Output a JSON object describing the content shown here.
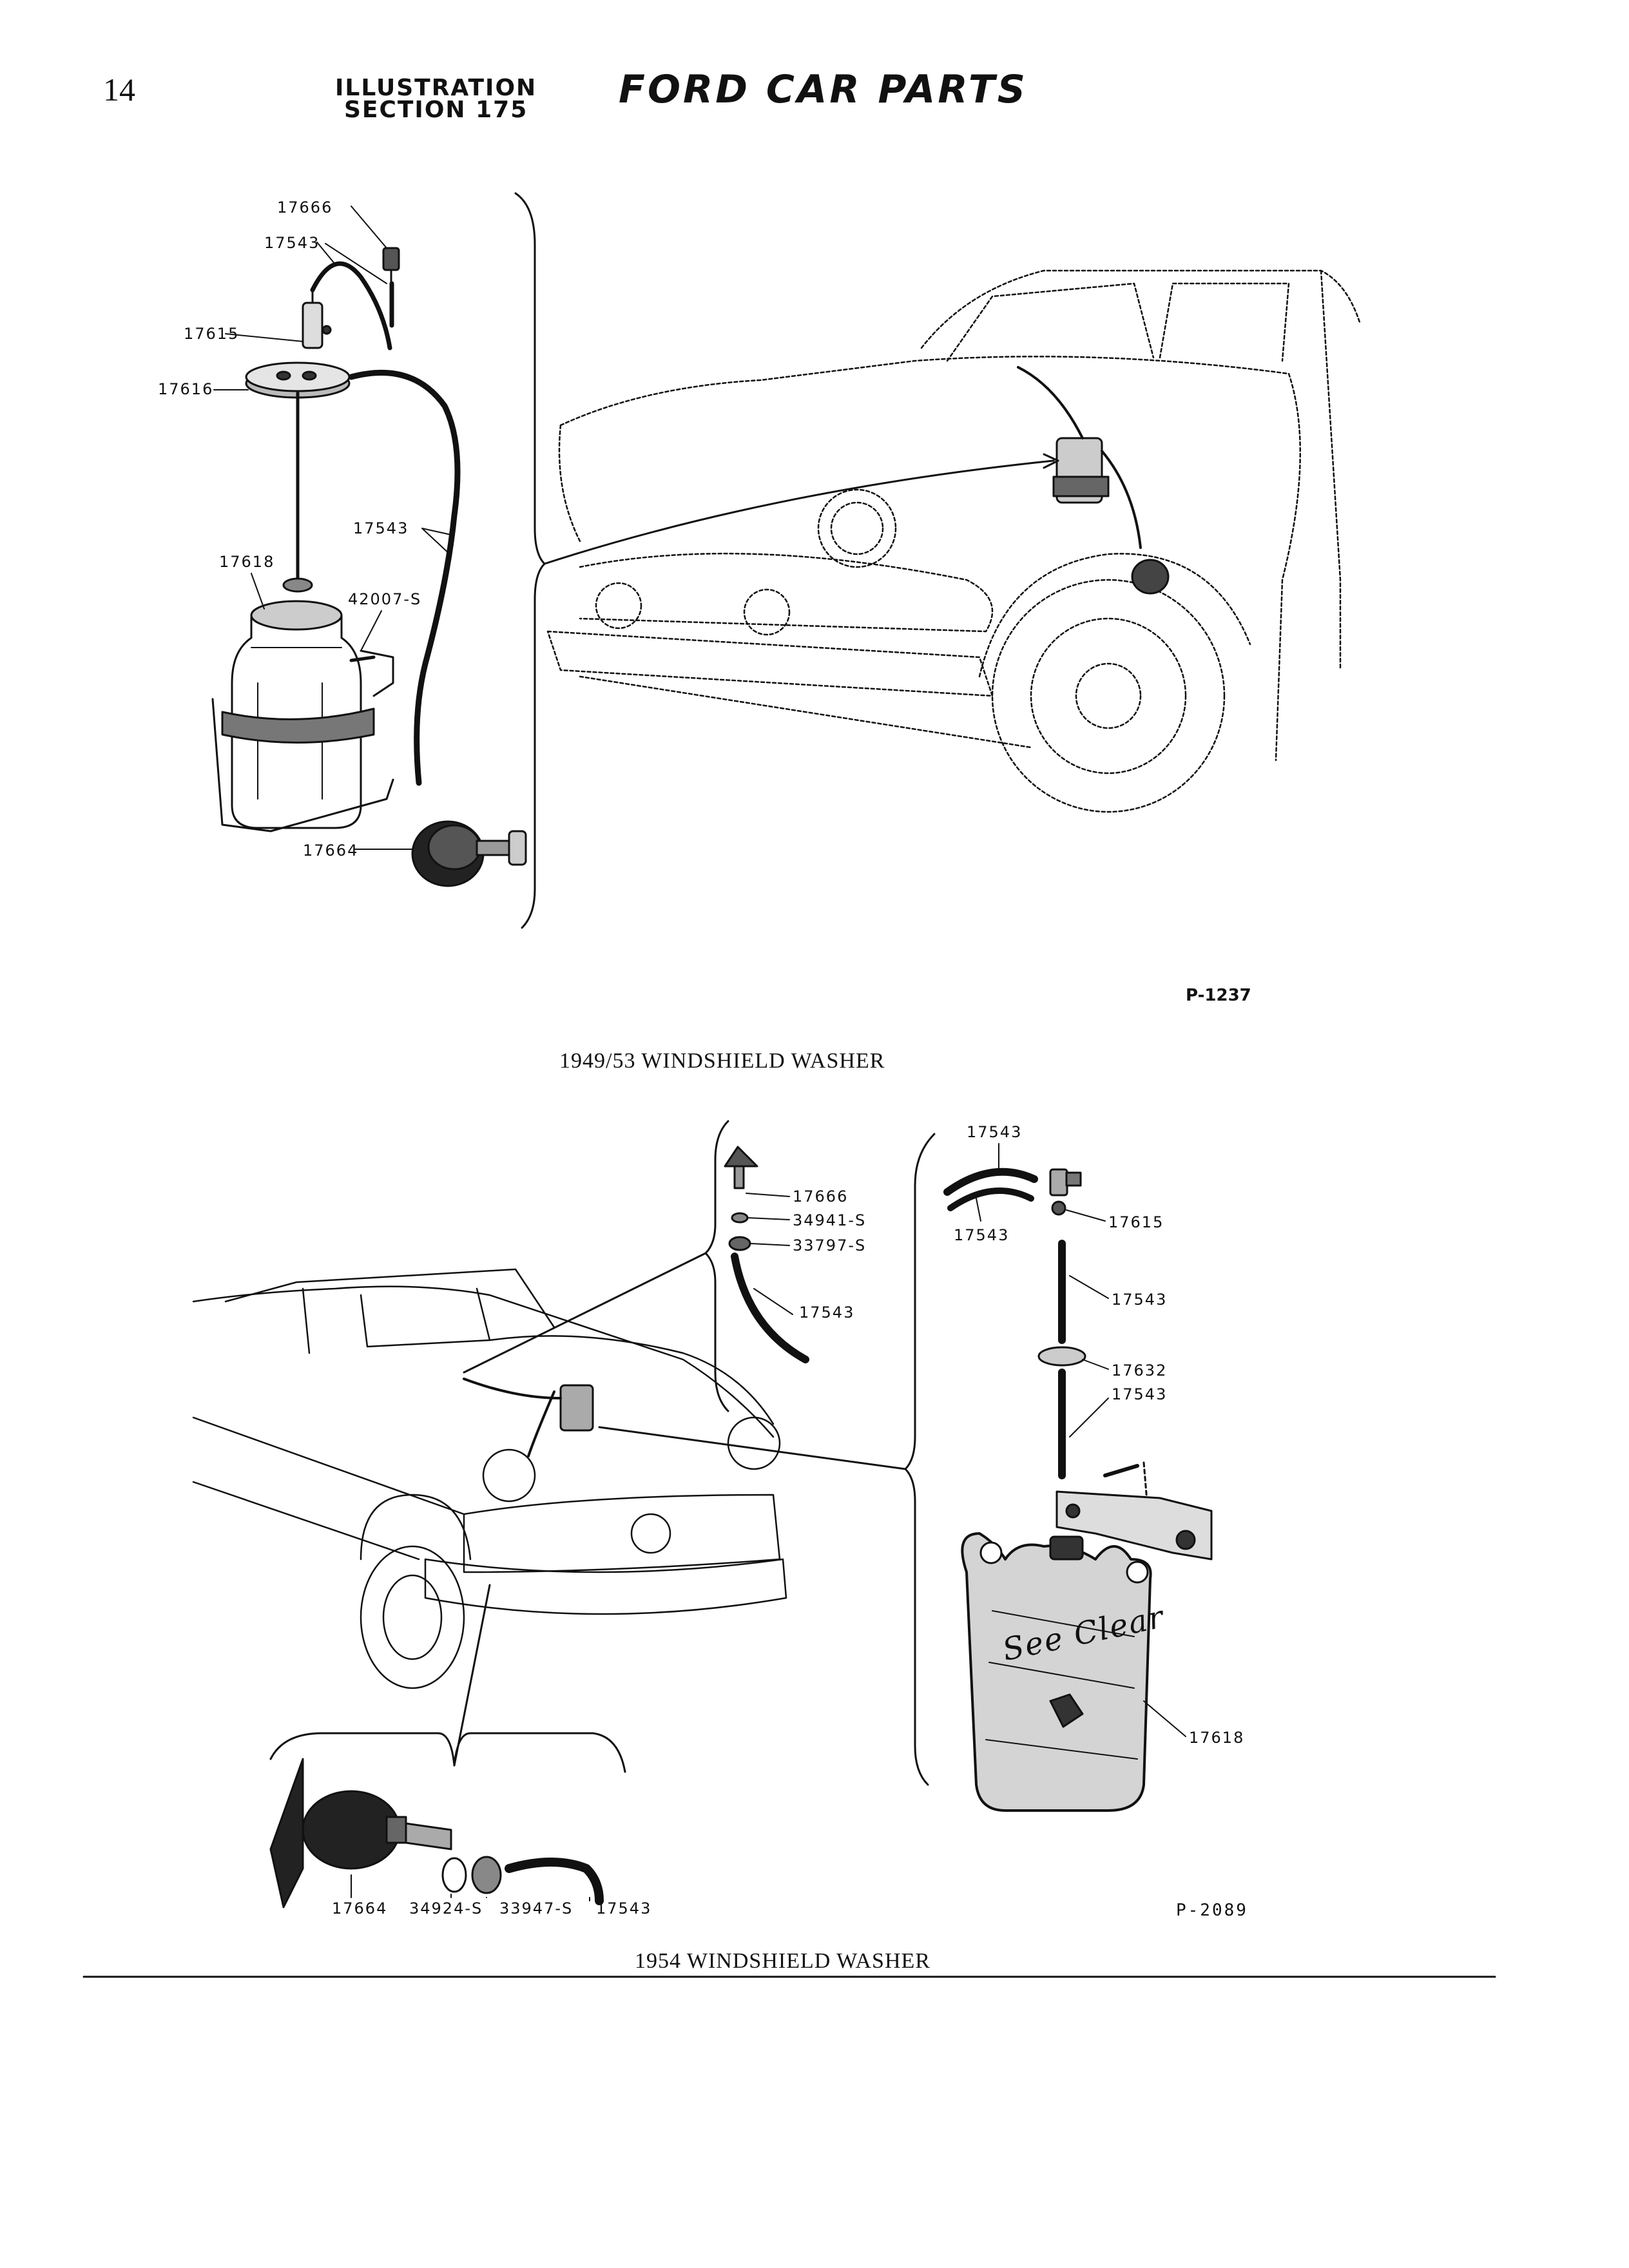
{
  "page": {
    "number": "14",
    "section_line1": "ILLUSTRATION",
    "section_line2": "SECTION 175",
    "title": "FORD CAR PARTS"
  },
  "figure1": {
    "caption": "1949/53 WINDSHIELD WASHER",
    "plate": "P-1237",
    "parts": [
      "17666",
      "17543",
      "17615",
      "17616",
      "17543",
      "17618",
      "42007-S",
      "17664"
    ]
  },
  "figure2": {
    "caption": "1954 WINDSHIELD WASHER",
    "plate": "P-2089",
    "parts_jet": [
      "17666",
      "34941-S",
      "33797-S",
      "17543"
    ],
    "parts_pump": [
      "17664",
      "34924-S",
      "33947-S",
      "17543"
    ],
    "parts_bag": [
      "17543",
      "17543",
      "17615",
      "17543",
      "17632",
      "17543",
      "17618"
    ],
    "bag_brand": "See Clear"
  },
  "colors": {
    "ink": "#111111",
    "paper": "#ffffff"
  }
}
